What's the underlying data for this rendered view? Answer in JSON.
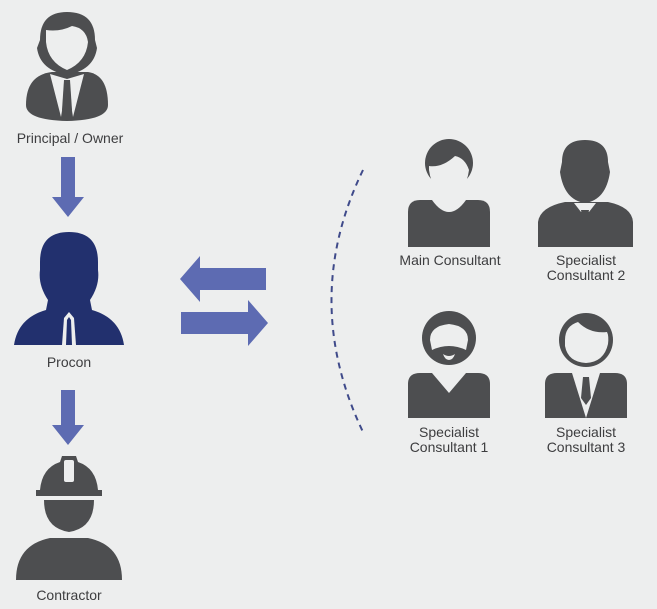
{
  "colors": {
    "background": "#edeeee",
    "icon_gray": "#4d4e50",
    "procon_navy": "#22306e",
    "arrow": "#5d6bb2"
  },
  "chain": {
    "owner": {
      "label": "Principal / Owner",
      "icon": "businessman-icon"
    },
    "procon": {
      "label": "Procon",
      "icon": "person-silhouette-icon"
    },
    "contractor": {
      "label": "Contractor",
      "icon": "hard-hat-worker-icon"
    }
  },
  "consultants": [
    {
      "line1": "Main Consultant",
      "line2": "",
      "icon": "woman-icon"
    },
    {
      "line1": "Specialist",
      "line2": "Consultant 2",
      "icon": "man-suit-icon"
    },
    {
      "line1": "Specialist",
      "line2": "Consultant 1",
      "icon": "bearded-man-icon"
    },
    {
      "line1": "Specialist",
      "line2": "Consultant 3",
      "icon": "man-tie-icon"
    }
  ]
}
